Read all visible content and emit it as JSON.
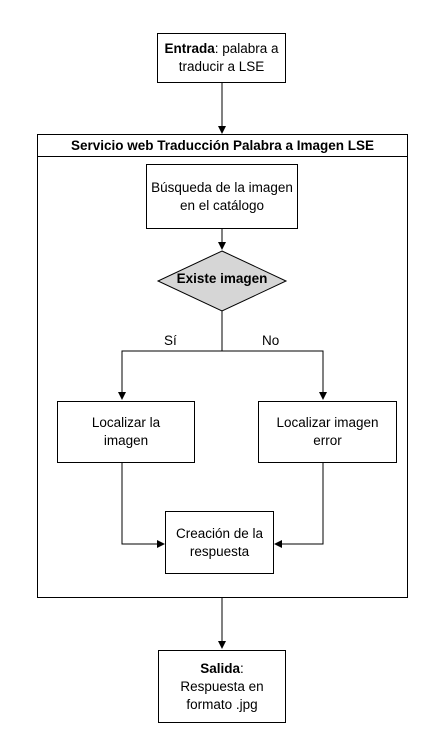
{
  "input": {
    "label_bold": "Entrada",
    "label_rest": ": palabra a traducir a LSE"
  },
  "service": {
    "title": "Servicio web Traducción Palabra a Imagen LSE"
  },
  "search": {
    "text": "Búsqueda de la imagen en el catálogo"
  },
  "decision": {
    "text": "Existe imagen"
  },
  "branch": {
    "yes": "Sí",
    "no": "No"
  },
  "locate": {
    "text": "Localizar la imagen"
  },
  "locate_error": {
    "text": "Localizar imagen error"
  },
  "response": {
    "text": "Creación de la respuesta"
  },
  "output": {
    "label_bold": "Salida",
    "label_rest": ": Respuesta en formato .jpg"
  },
  "colors": {
    "decision_fill": "#d6d6d6",
    "line": "#000000"
  }
}
